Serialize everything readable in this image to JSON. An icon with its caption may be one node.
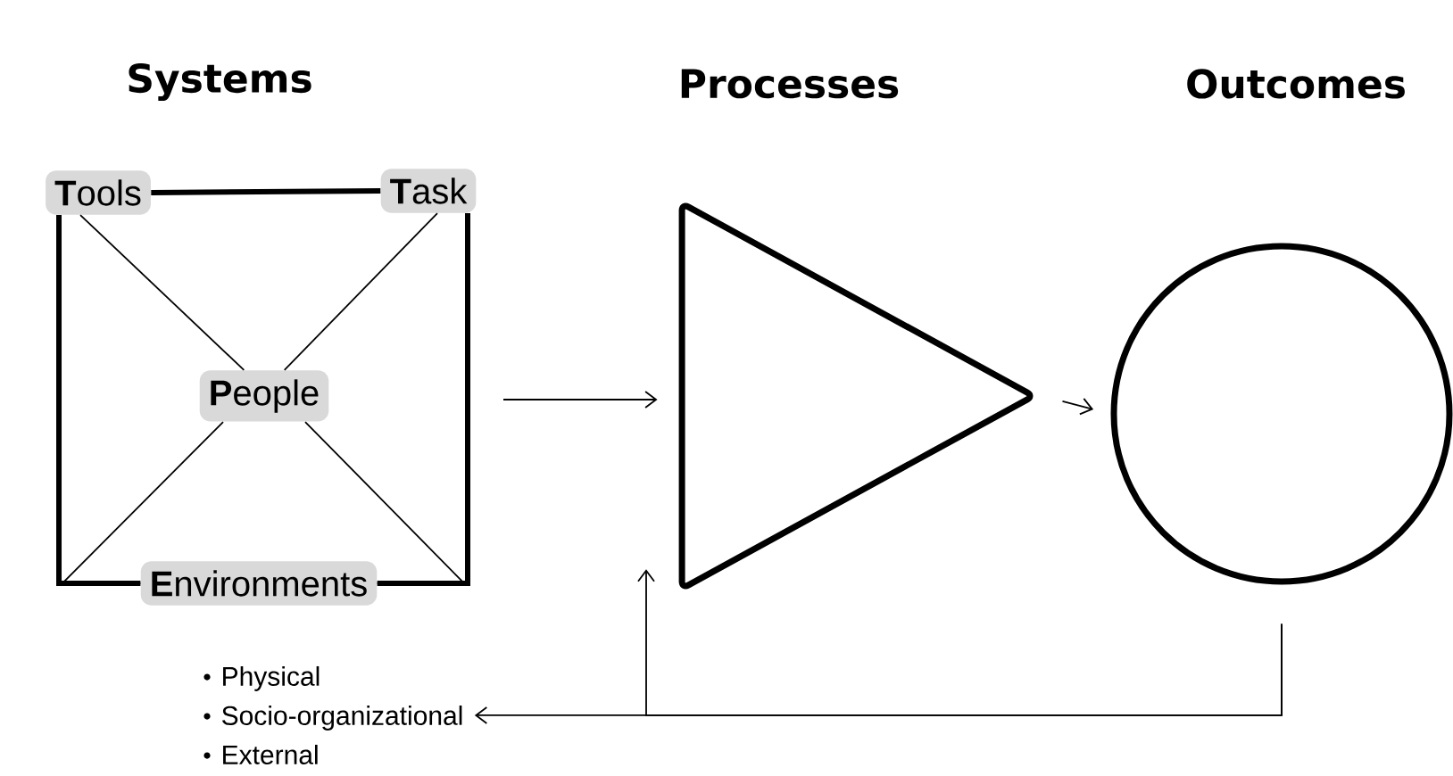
{
  "diagram": {
    "nodes": [
      {
        "text": [
          "**T**ools"
        ]
      },
      {
        "text": [
          "**T**ask"
        ]
      },
      {
        "text": [
          "**P**eople"
        ]
      },
      {
        "text": [
          "**E**nvironments"
        ]
      },
      {
        "text": [
          "Physical",
          "Socio-organizational",
          "External"
        ]
      },
      {
        "text": [],
        "shape": "triangle"
      },
      {
        "text": [],
        "shape": "circle"
      }
    ],
    "edges": [
      {
        "from": 0,
        "to": 1,
        "arrow": "none",
        "style": "thick"
      },
      {
        "from": 0,
        "to": 2,
        "arrow": "none"
      },
      {
        "from": 1,
        "to": 2,
        "arrow": "none"
      },
      {
        "from": 0,
        "to": 3,
        "arrow": "none",
        "style": "thick"
      },
      {
        "from": 1,
        "to": 3,
        "arrow": "none",
        "style": "thick"
      },
      {
        "from": 2,
        "to": 3,
        "arrow": "none"
      },
      {
        "from": 2,
        "to": 3,
        "arrow": "none"
      },
      {
        "from": null,
        "to": 5,
        "arrow": "to"
      },
      {
        "from": 5,
        "to": 6,
        "arrow": "to"
      },
      {
        "from": 6,
        "to": 4,
        "arrow": "to"
      },
      {
        "from": 6,
        "to": 5,
        "arrow": "to"
      }
    ],
    "labels": [
      "Systems",
      "Processes",
      "Outcomes"
    ]
  }
}
